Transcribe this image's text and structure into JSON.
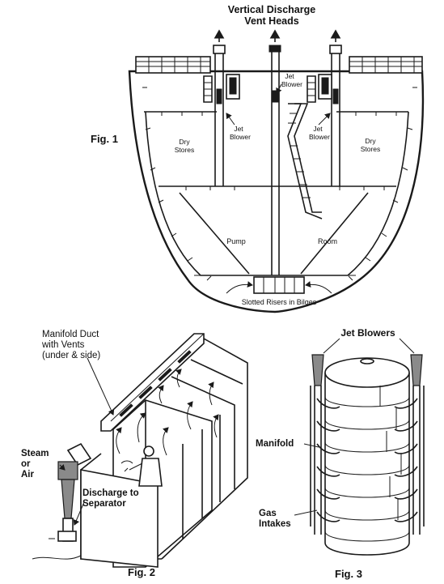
{
  "fig1": {
    "caption": "Fig. 1",
    "title_line1": "Vertical Discharge",
    "title_line2": "Vent Heads",
    "jet_blower_line1": "Jet",
    "jet_blower_line2": "Blower",
    "dry_stores_line1": "Dry",
    "dry_stores_line2": "Stores",
    "pump": "Pump",
    "room": "Room",
    "slotted_risers": "Slotted Risers in Bilges"
  },
  "fig2": {
    "caption": "Fig. 2",
    "manifold_line1": "Manifold Duct",
    "manifold_line2": "with Vents",
    "manifold_line3": "(under & side)",
    "steam_line1": "Steam",
    "steam_line2": "or",
    "steam_line3": "Air",
    "discharge_line1": "Discharge to",
    "discharge_line2": "Separator"
  },
  "fig3": {
    "caption": "Fig. 3",
    "jet_blowers": "Jet Blowers",
    "manifold": "Manifold",
    "gas_line1": "Gas",
    "gas_line2": "Intakes"
  }
}
